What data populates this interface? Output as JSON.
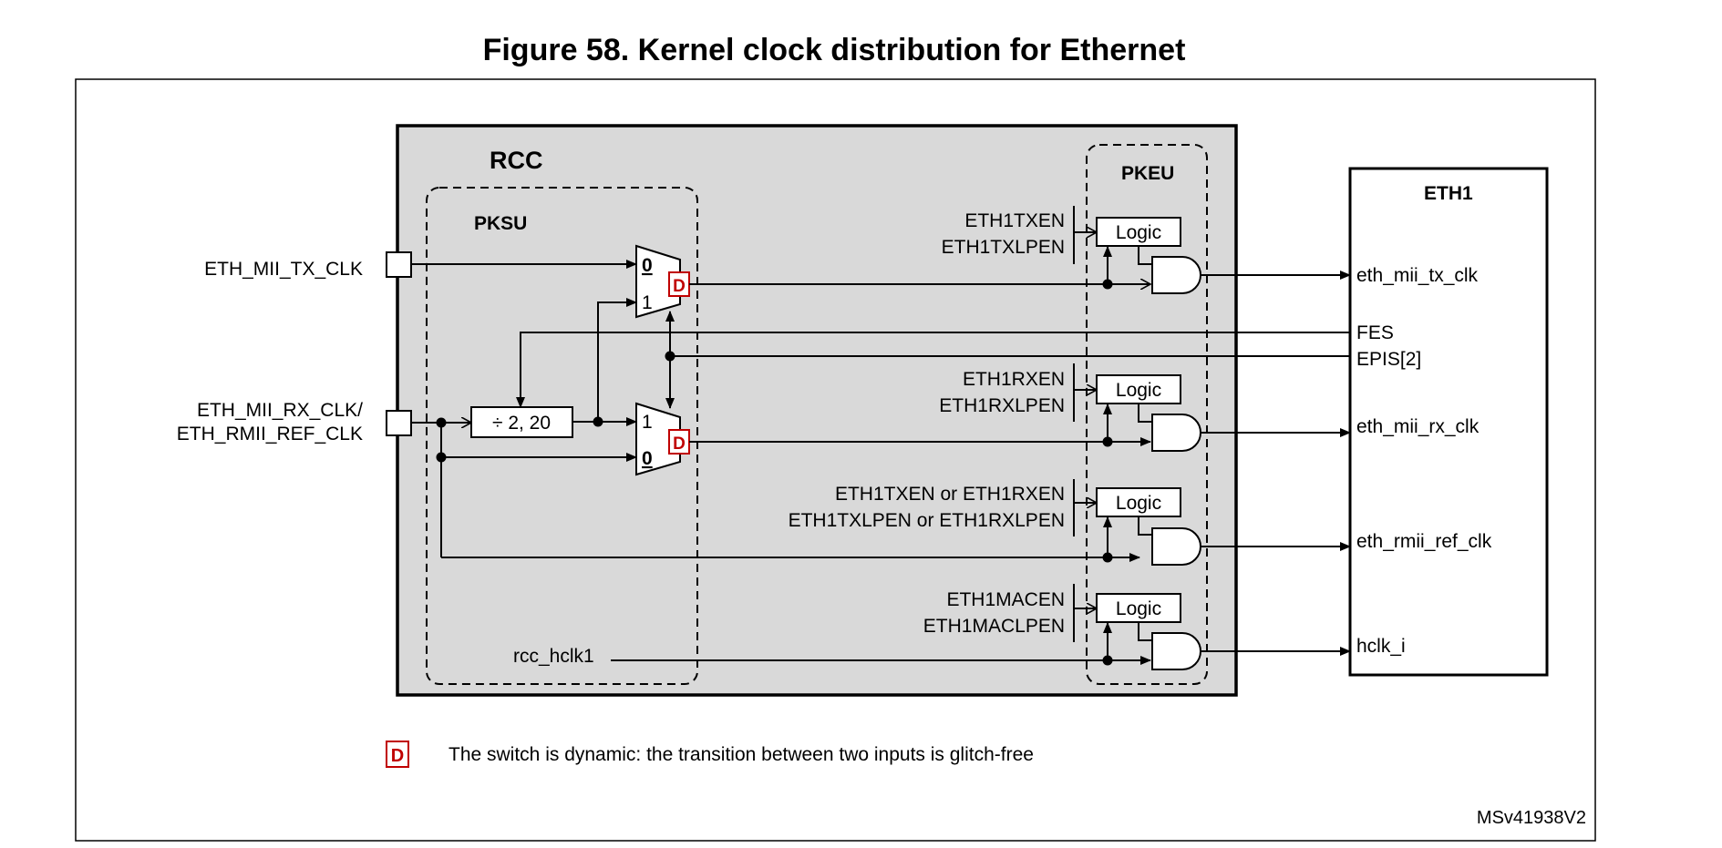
{
  "figure": {
    "title": "Figure 58. Kernel clock distribution for Ethernet",
    "ref_code": "MSv41938V2"
  },
  "rcc": {
    "title": "RCC",
    "pksu": {
      "title": "PKSU",
      "divider_label": "÷ 2, 20",
      "mux_inputs": {
        "zero": "0",
        "one": "1"
      },
      "dynamic_marker": "D",
      "hclk_label": "rcc_hclk1"
    },
    "pkeu": {
      "title": "PKEU",
      "logic_label": "Logic",
      "gates": [
        {
          "enable": "ETH1TXEN",
          "lp_enable": "ETH1TXLPEN"
        },
        {
          "enable": "ETH1RXEN",
          "lp_enable": "ETH1RXLPEN"
        },
        {
          "enable": "ETH1TXEN or ETH1RXEN",
          "lp_enable": "ETH1TXLPEN or ETH1RXLPEN"
        },
        {
          "enable": "ETH1MACEN",
          "lp_enable": "ETH1MACLPEN"
        }
      ]
    }
  },
  "inputs": {
    "tx_clk": "ETH_MII_TX_CLK",
    "rx_clk_line1": "ETH_MII_RX_CLK/",
    "rx_clk_line2": "ETH_RMII_REF_CLK"
  },
  "eth1": {
    "title": "ETH1",
    "ports": {
      "tx": "eth_mii_tx_clk",
      "fes": "FES",
      "epis": "EPIS[2]",
      "rx": "eth_mii_rx_clk",
      "ref": "eth_rmii_ref_clk",
      "hclk": "hclk_i"
    }
  },
  "legend": {
    "marker": "D",
    "text": "The switch is dynamic: the transition between two inputs is glitch-free"
  },
  "colors": {
    "rcc_fill": "#d9d9d9",
    "dynamic_marker": "#c00000"
  }
}
